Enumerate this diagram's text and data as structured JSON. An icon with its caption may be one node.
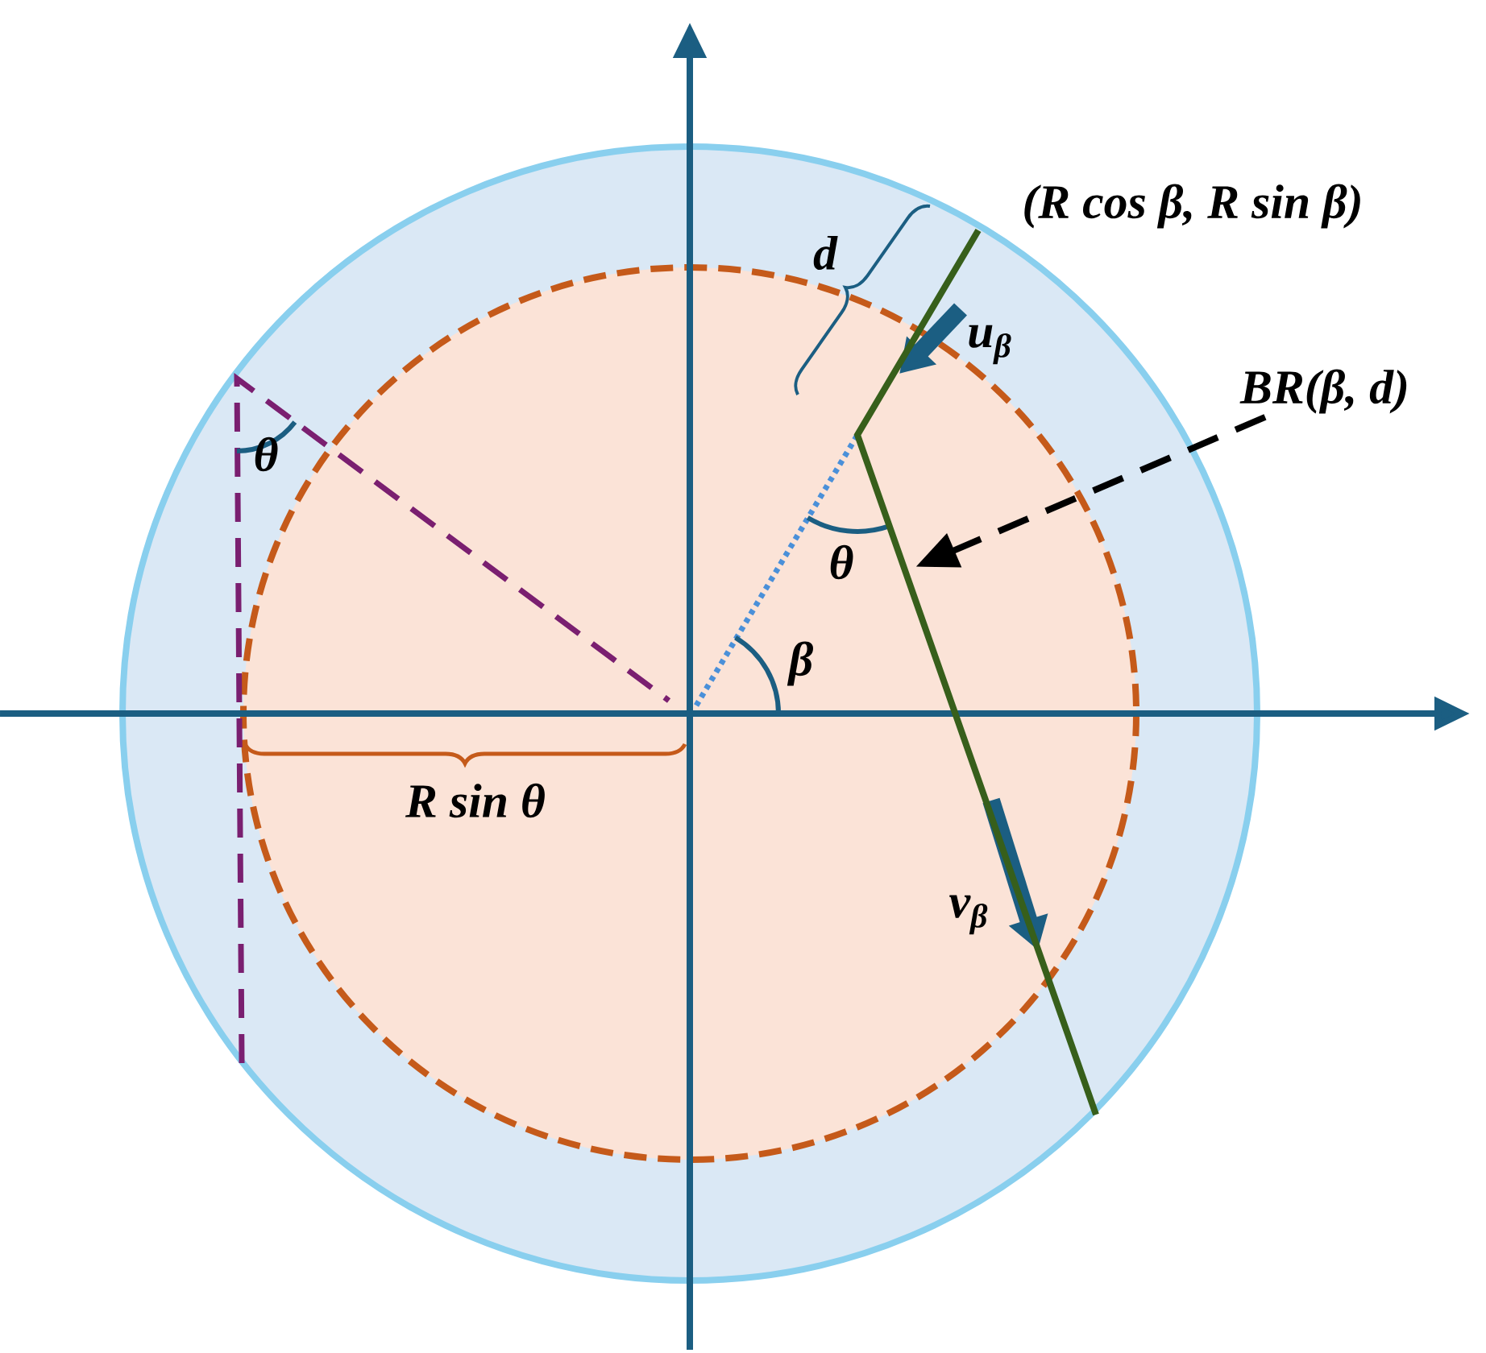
{
  "diagram": {
    "nodes": [
      {
        "text": [
          "BR(β, d)"
        ]
      },
      {
        "text": [],
        "shape": "line"
      }
    ],
    "edges": [
      {
        "from": 0,
        "to": 1,
        "arrow": "to",
        "style": "dashed"
      }
    ],
    "labels": [
      "(R cos β, R sin β)",
      "d",
      "u$_{β}$",
      "θ",
      "θ",
      "β",
      "R sin θ",
      "v$_{β}$"
    ]
  }
}
